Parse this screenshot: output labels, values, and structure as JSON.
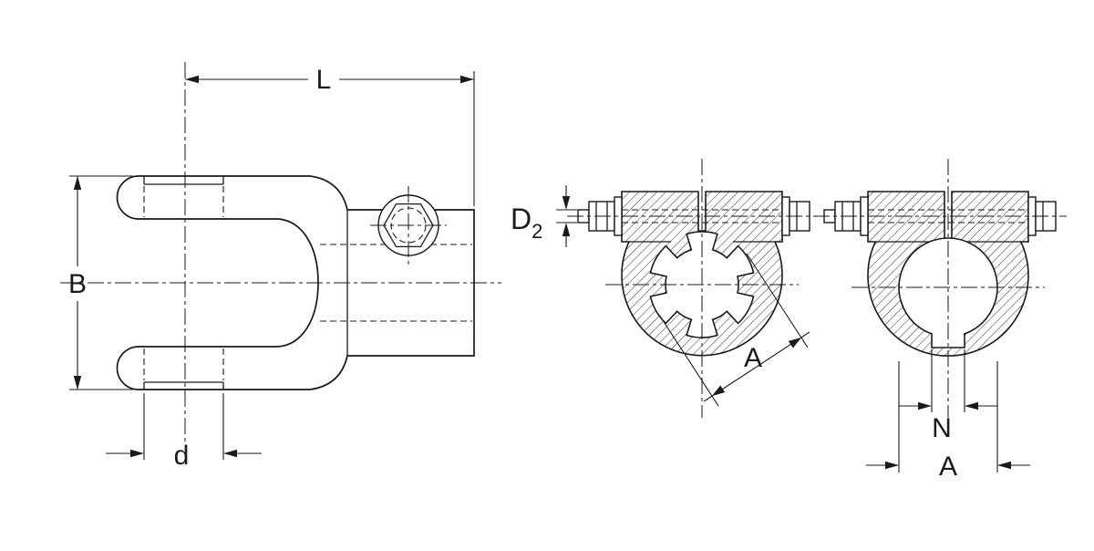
{
  "drawing": {
    "background": "#ffffff",
    "line_color": "#1a1a1a",
    "views": {
      "side_view": "yoke-side-view",
      "splined_end_view": "clamp-yoke-splined-bore-section",
      "keyed_end_view": "clamp-yoke-round-bore-keyway-section"
    },
    "labels": {
      "length": "L",
      "fork_width": "B",
      "cross_hole_diameter": "d",
      "bolt_diameter_main": "D",
      "bolt_diameter_sub": "2",
      "spline_diameter": "A",
      "keyway_width": "N",
      "bore_diameter": "A"
    }
  }
}
